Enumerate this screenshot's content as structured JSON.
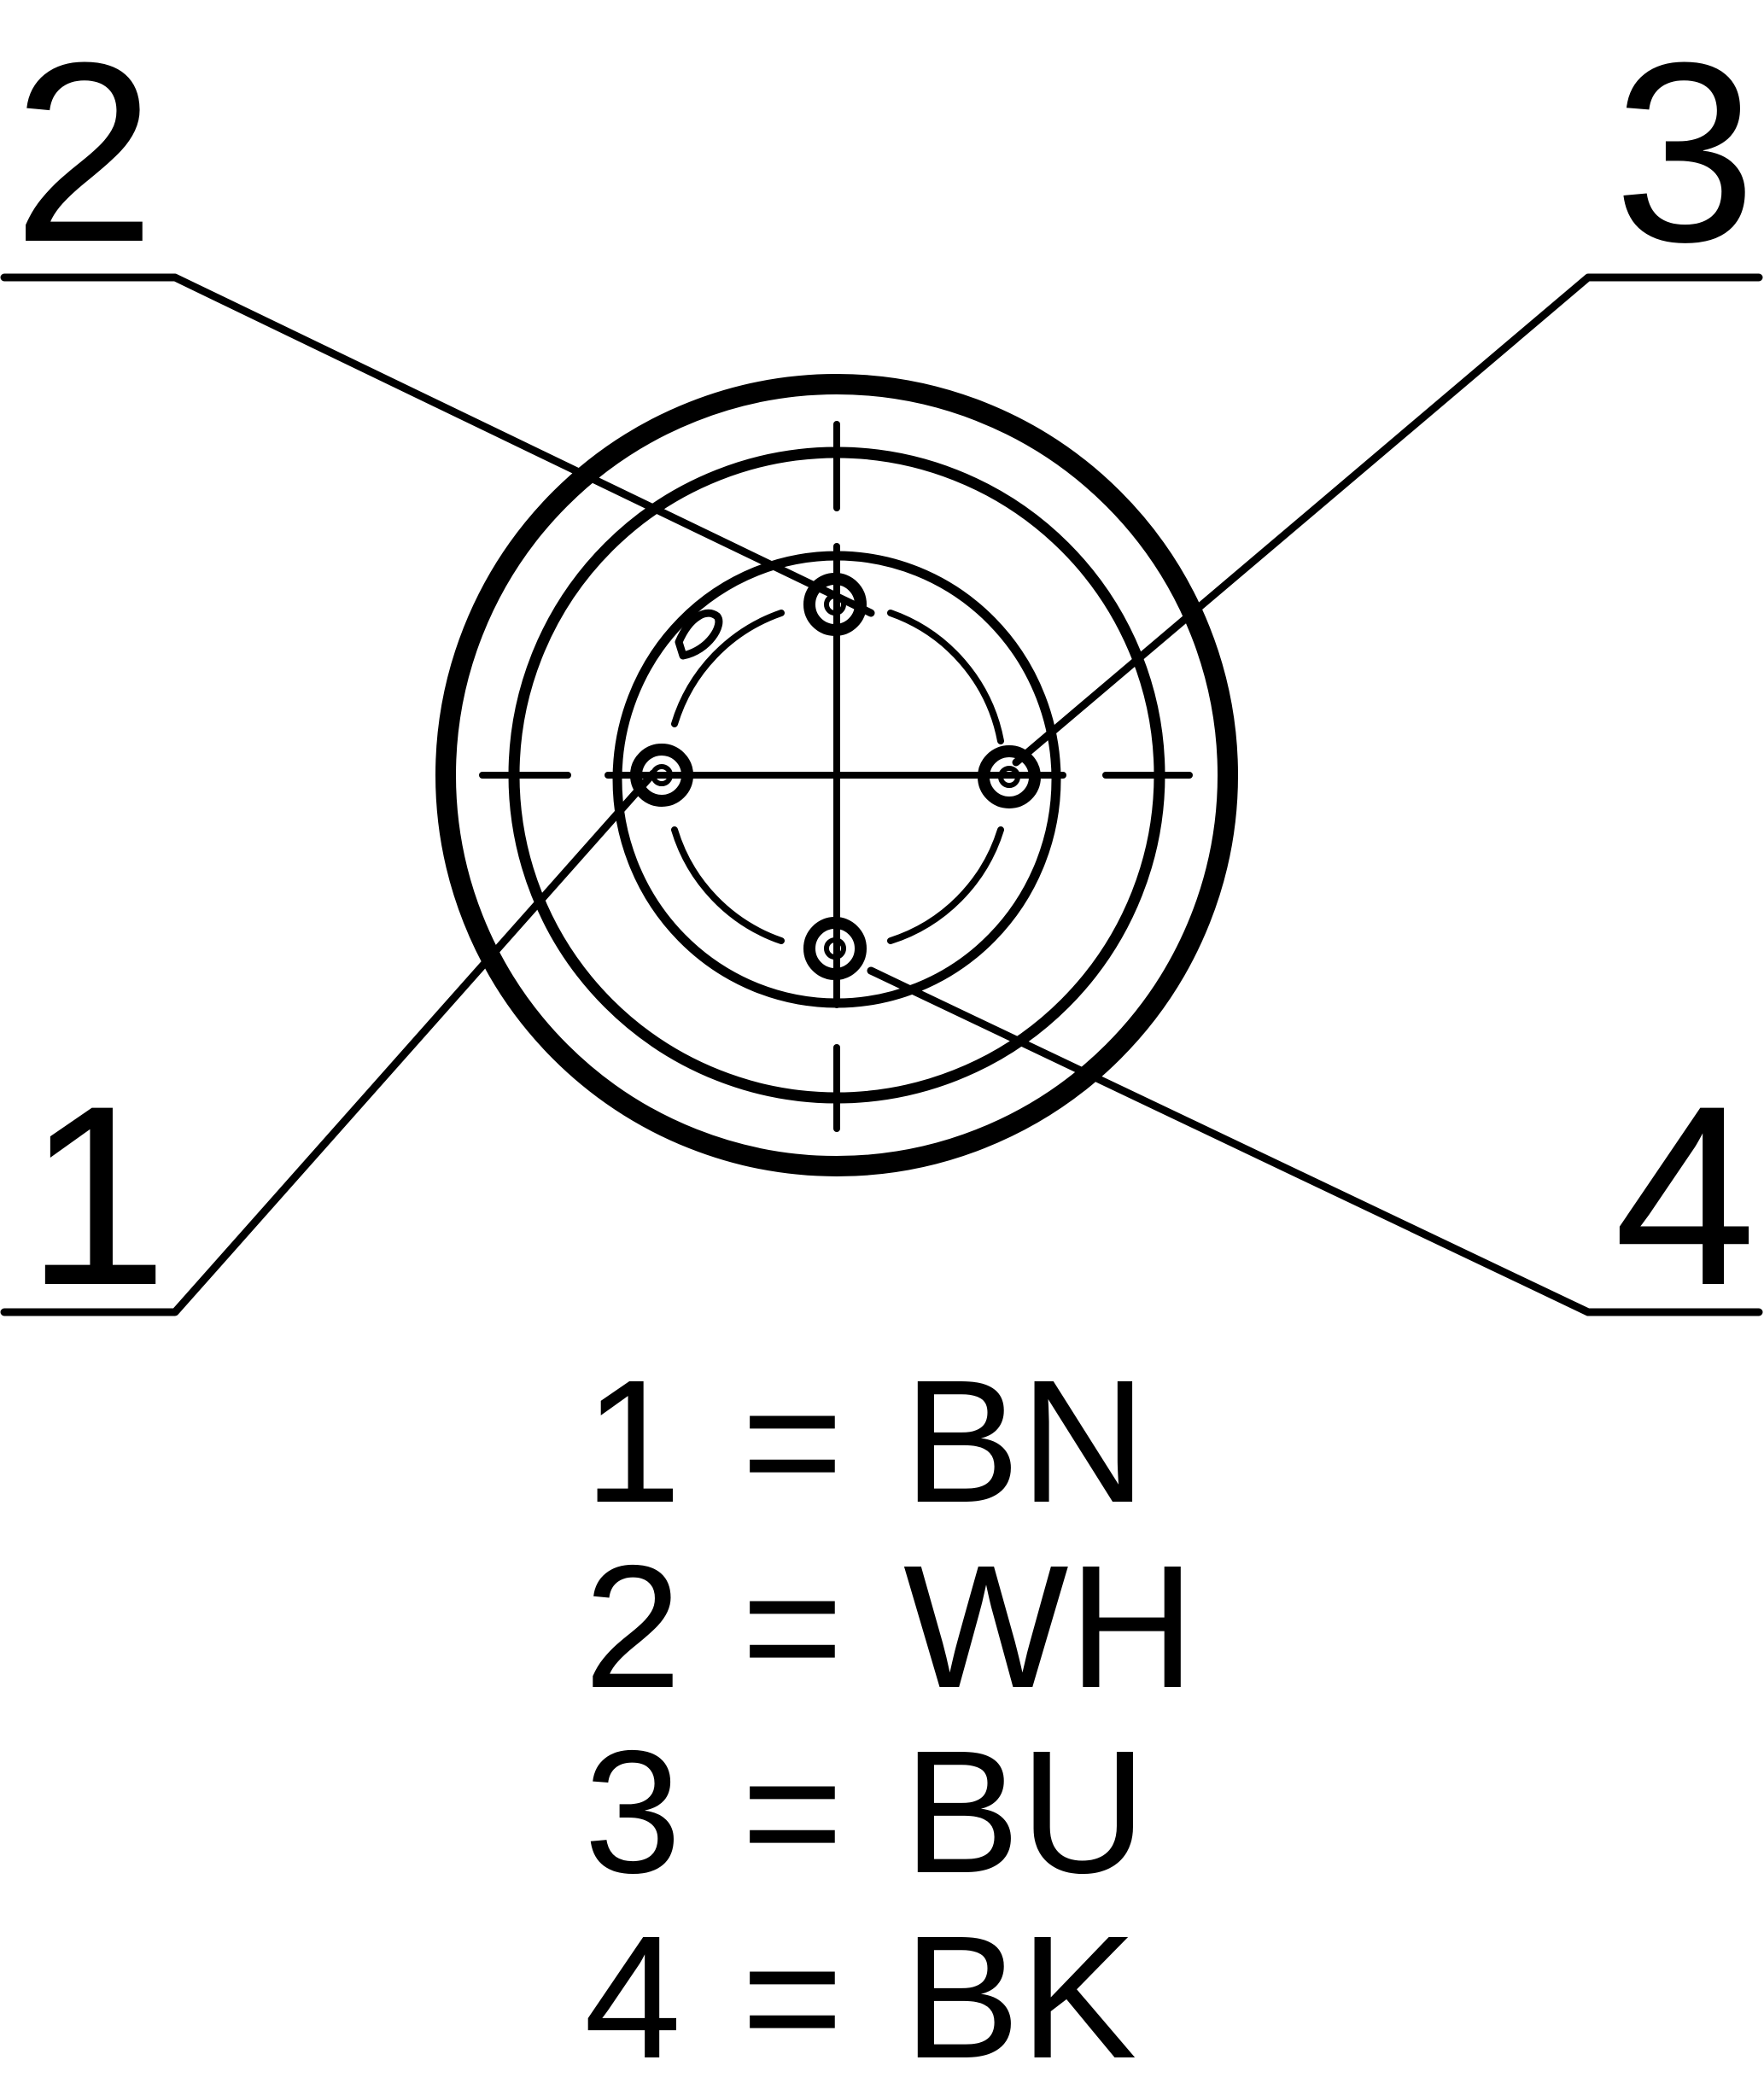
{
  "pins": [
    {
      "number": "1",
      "color_code": "BN"
    },
    {
      "number": "2",
      "color_code": "WH"
    },
    {
      "number": "3",
      "color_code": "BU"
    },
    {
      "number": "4",
      "color_code": "BK"
    }
  ],
  "legend_separator": "=",
  "stroke_color": "#000000",
  "background_color": "#ffffff"
}
